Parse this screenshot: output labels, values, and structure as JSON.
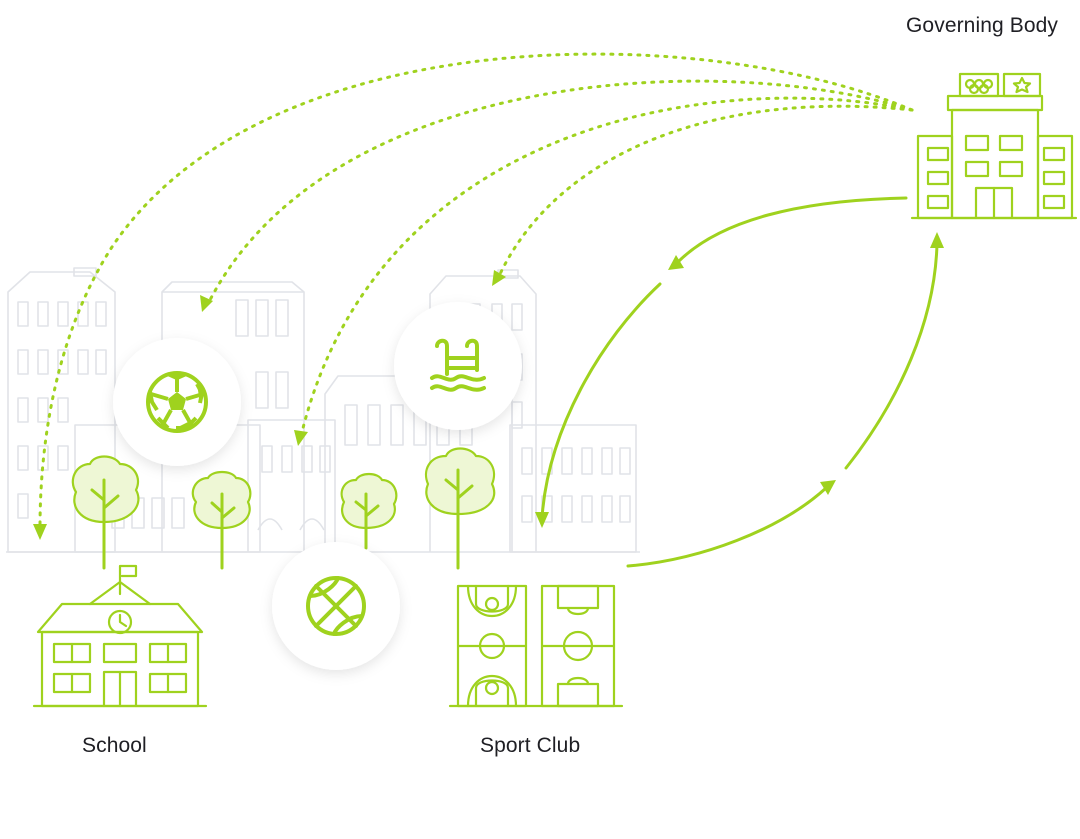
{
  "colors": {
    "accent": "#9fd21e",
    "city_stroke": "#e1e3e8",
    "label_text": "#1f1f24",
    "background": "#ffffff"
  },
  "nodes": {
    "governing_body": {
      "label": "Governing Body",
      "icon": "governing-building-icon"
    },
    "school": {
      "label": "School",
      "icon": "school-building-icon"
    },
    "sport_club": {
      "label": "Sport Club",
      "icon": "sport-courts-icon"
    }
  },
  "sport_badges": [
    {
      "name": "soccer",
      "icon": "soccer-ball-icon"
    },
    {
      "name": "swimming",
      "icon": "swimming-pool-icon"
    },
    {
      "name": "basketball",
      "icon": "basketball-icon"
    }
  ],
  "flows": {
    "dotted": [
      {
        "from": "governing_body",
        "to": "school"
      },
      {
        "from": "governing_body",
        "to": "soccer"
      },
      {
        "from": "governing_body",
        "to": "city-center"
      },
      {
        "from": "governing_body",
        "to": "swimming"
      }
    ],
    "solid": [
      {
        "from": "governing_body",
        "to": "sport_club"
      },
      {
        "from": "sport_club",
        "to": "governing_body"
      }
    ]
  }
}
